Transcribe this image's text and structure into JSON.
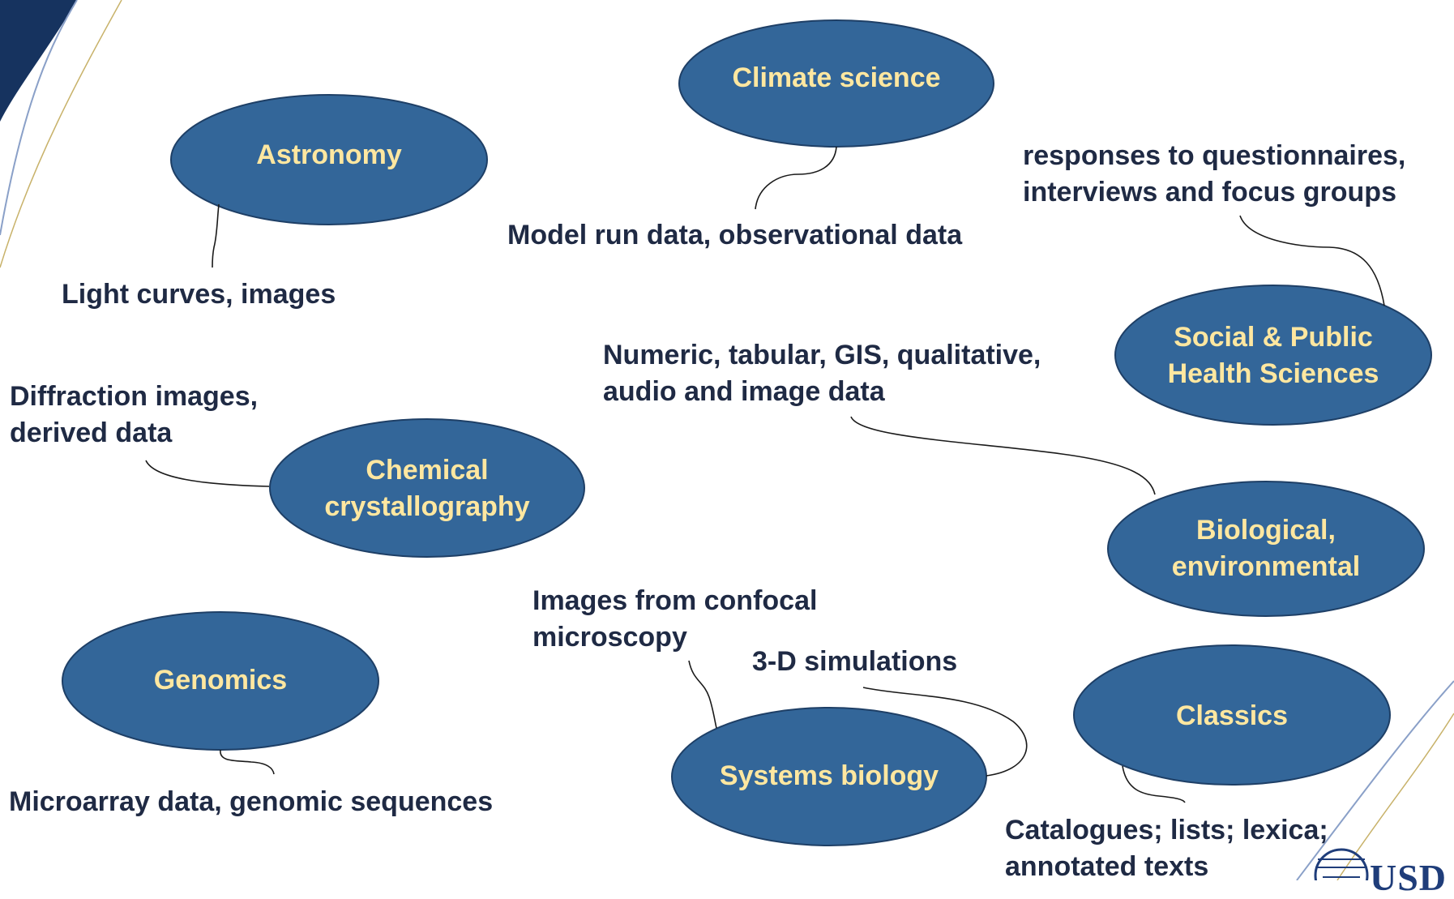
{
  "colors": {
    "ellipse_fill": "#336699",
    "ellipse_text": "#ffe7a0",
    "annotation_text": "#1f2a44",
    "corner_swoosh": "#16335f"
  },
  "disciplines": {
    "climate": "Climate science",
    "astronomy": "Astronomy",
    "social": [
      "Social & Public",
      "Health Sciences"
    ],
    "chemical": [
      "Chemical",
      "crystallography"
    ],
    "biological": [
      "Biological,",
      "environmental"
    ],
    "genomics": "Genomics",
    "systems": "Systems biology",
    "classics": "Classics"
  },
  "data_types": {
    "climate": "Model run data, observational data",
    "astronomy": "Light curves, images",
    "social": [
      "responses to questionnaires,",
      "interviews and focus groups"
    ],
    "chemical": [
      "Diffraction images,",
      "derived data"
    ],
    "biological": [
      "Numeric, tabular, GIS, qualitative,",
      "audio and image data"
    ],
    "systems_confocal": [
      "Images from confocal",
      "microscopy"
    ],
    "systems_sim": "3-D simulations",
    "genomics": "Microarray data, genomic sequences",
    "classics": [
      "Catalogues; lists; lexica;",
      "annotated texts"
    ]
  },
  "logo": {
    "text": "USD",
    "icon": "globe-logo-icon"
  }
}
